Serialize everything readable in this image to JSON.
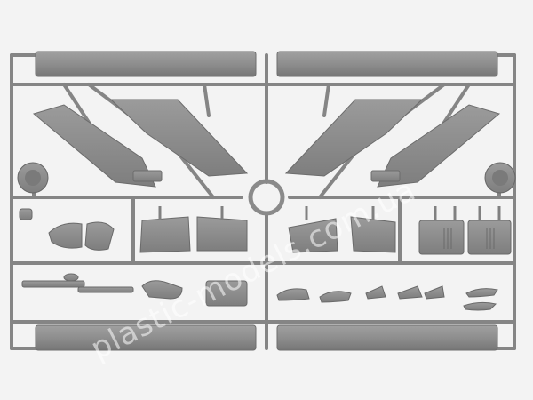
{
  "image": {
    "subject": "plastic model kit sprue (grey parts frame)",
    "background_color": "#f3f3f3",
    "plastic_color": "#8c8c8c",
    "plastic_dark": "#6f6f6f",
    "plastic_light": "#a3a3a3"
  },
  "watermark": {
    "text": "plastic-models.com.ua",
    "color": "#ffffff",
    "angle_deg": -27
  }
}
